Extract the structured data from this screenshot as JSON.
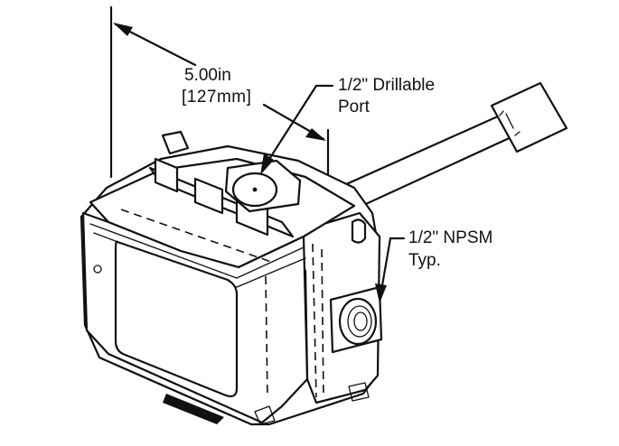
{
  "dimension": {
    "inches": "5.00in",
    "millimeters": "[127mm]"
  },
  "callouts": {
    "port_line1": "1/2\" Drillable",
    "port_line2": "Port",
    "npsm_line1": "1/2\" NPSM",
    "npsm_line2": "Typ."
  },
  "colors": {
    "ink": "#111111",
    "paper": "#ffffff"
  }
}
